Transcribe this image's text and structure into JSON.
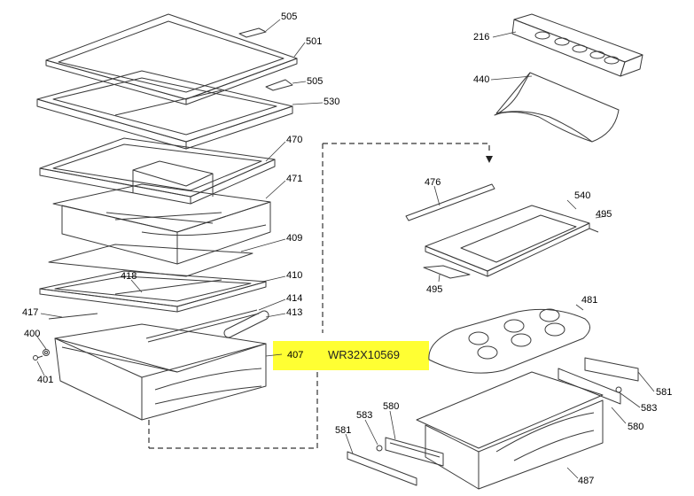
{
  "part_labels": {
    "p505a": "505",
    "p501": "501",
    "p505b": "505",
    "p530": "530",
    "p470": "470",
    "p471": "471",
    "p409": "409",
    "p410": "410",
    "p418": "418",
    "p414": "414",
    "p417": "417",
    "p413": "413",
    "p400": "400",
    "p401": "401",
    "p407": "407",
    "p216": "216",
    "p440": "440",
    "p476": "476",
    "p540": "540",
    "p495a": "495",
    "p495b": "495",
    "p481": "481",
    "p580a": "580",
    "p583a": "583",
    "p581a": "581",
    "p581b": "581",
    "p583b": "583",
    "p580b": "580",
    "p487": "487"
  },
  "highlight": {
    "part_number": "WR32X10569",
    "color": "#ffff33"
  },
  "colors": {
    "line": "#3a3a3a",
    "dash": "#333333"
  }
}
